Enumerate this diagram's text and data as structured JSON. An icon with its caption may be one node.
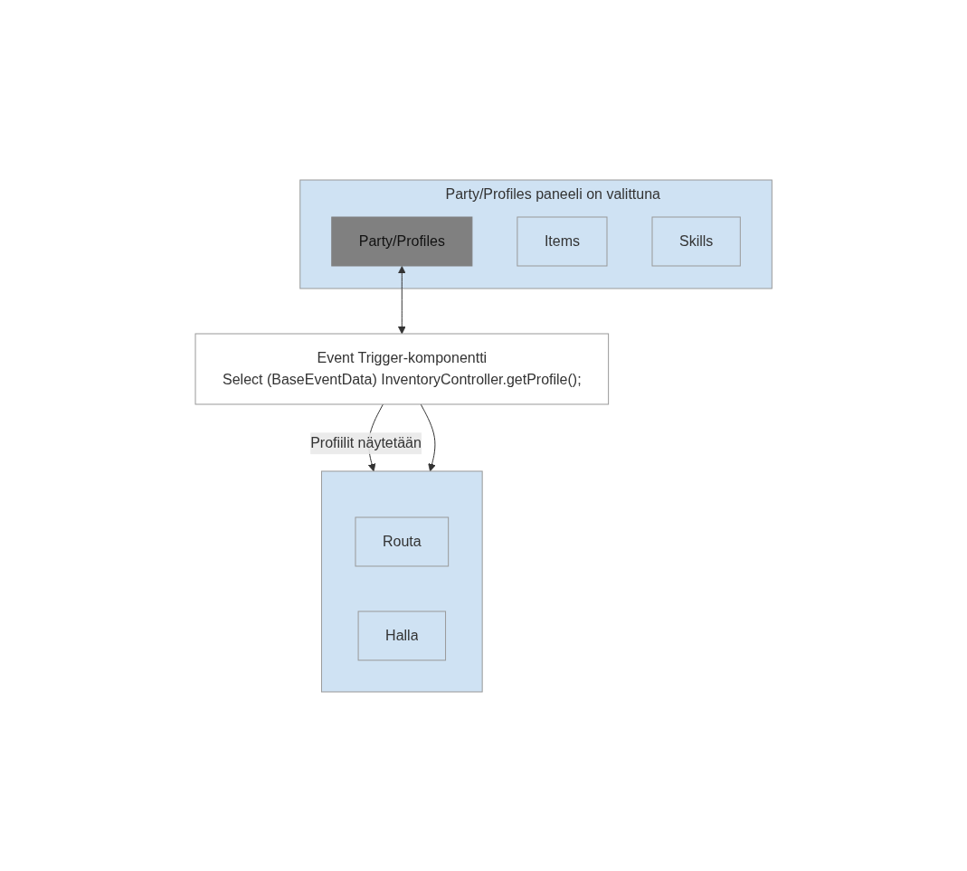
{
  "diagram": {
    "nodes": [
      {
        "text": [
          "Party/Profiles paneeli on valittuna"
        ]
      },
      {
        "text": [
          "Party/Profiles"
        ],
        "in": 0
      },
      {
        "text": [
          "Items"
        ],
        "in": 0
      },
      {
        "text": [
          "Skills"
        ],
        "in": 0
      },
      {
        "text": [],
        "shape": "box"
      },
      {
        "text": [
          "Routa"
        ],
        "in": 4
      },
      {
        "text": [
          "Halla"
        ],
        "in": 4
      },
      {
        "text": [
          "Event Trigger-komponentti",
          "Select (BaseEventData) InventoryController.getProfile();"
        ]
      }
    ],
    "edges": [
      {
        "from": 1,
        "to": 7,
        "arrow": "both"
      },
      {
        "from": 7,
        "to": 4,
        "arrow": "to",
        "label": "Profiilit näytetään"
      },
      {
        "from": 7,
        "to": 4,
        "arrow": "to"
      }
    ]
  }
}
